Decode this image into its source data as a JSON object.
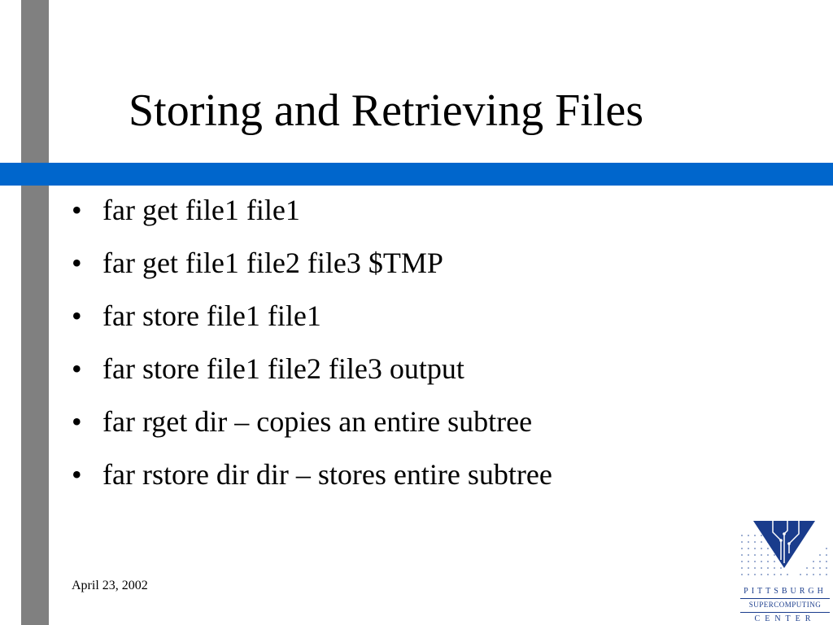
{
  "slide": {
    "title": "Storing and Retrieving Files",
    "bullet_symbol": "•",
    "bullets": [
      "far get file1 file1",
      "far get file1 file2 file3 $TMP",
      "far store file1 file1",
      "far store file1 file2 file3 output",
      "far rget dir – copies an entire subtree",
      "far rstore dir dir – stores entire subtree"
    ],
    "date": "April 23, 2002"
  },
  "logo": {
    "line1": "PITTSBURGH",
    "line2": "SUPERCOMPUTING",
    "line3": "CENTER",
    "icon": "triangle-circuit-icon"
  },
  "colors": {
    "accent_band": "#0066cc",
    "side_bar": "#808080",
    "logo_blue": "#1a3c8c"
  }
}
